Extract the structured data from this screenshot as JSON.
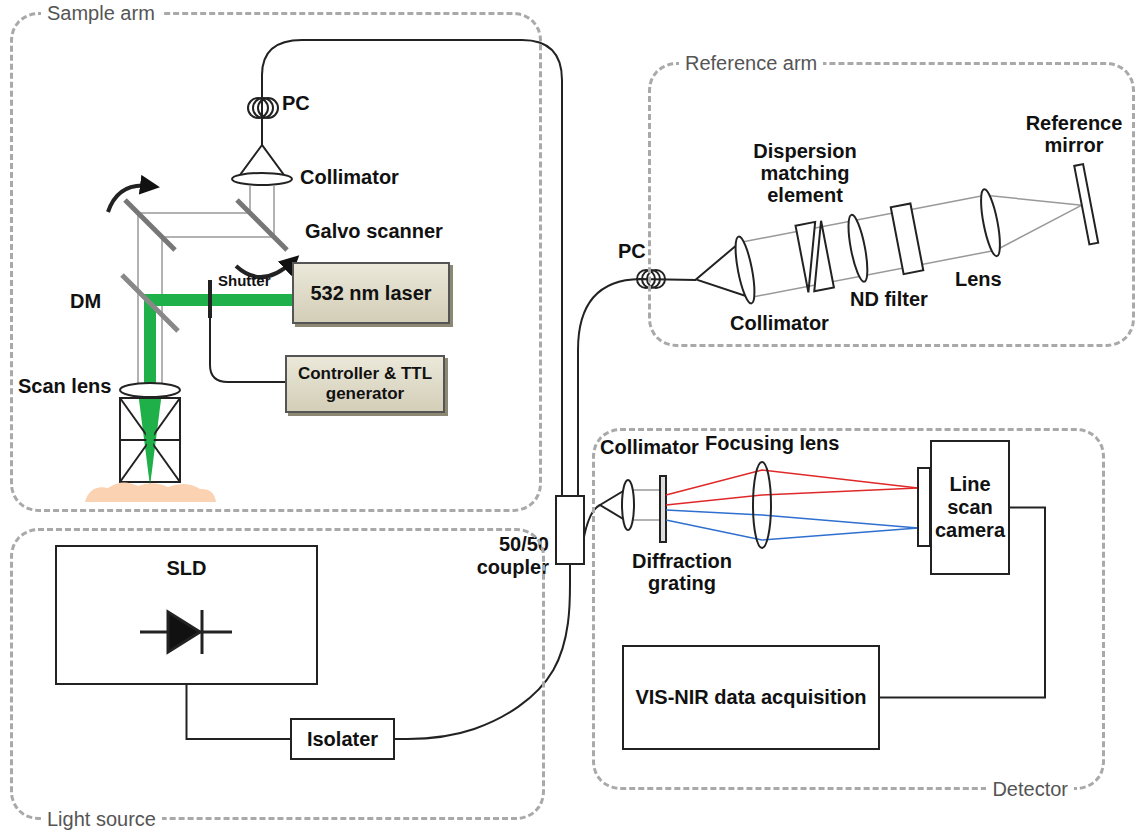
{
  "diagram": {
    "nodes": [
      {
        "text": [
          "Sample arm"
        ]
      },
      {
        "text": [
          "532 nm laser"
        ],
        "in": 0
      },
      {
        "text": [
          "Controller & TTL generator"
        ],
        "in": 0
      },
      {
        "text": [
          "Reference arm"
        ]
      },
      {
        "text": [
          "50/50 coupler"
        ]
      },
      {
        "text": [
          "Light source"
        ]
      },
      {
        "text": [
          "SLD"
        ],
        "in": 5
      },
      {
        "text": [
          "Isolater"
        ],
        "in": 5
      },
      {
        "text": [
          "Detector"
        ]
      },
      {
        "text": [
          "Line scan camera"
        ],
        "in": 8
      },
      {
        "text": [
          "VIS-NIR data acquisition"
        ],
        "in": 8
      }
    ],
    "edges": [
      {
        "from": 6,
        "to": 7,
        "arrow": "none"
      },
      {
        "from": 7,
        "to": 4,
        "arrow": "none"
      },
      {
        "from": 9,
        "to": 10,
        "arrow": "none"
      }
    ],
    "labels": [
      "PC",
      "Collimator",
      "Galvo scanner",
      "DM",
      "Shutter",
      "Scan lens",
      "PC",
      "Dispersion matching element",
      "Reference mirror",
      "Lens",
      "ND filter",
      "Collimator",
      "Collimator",
      "Focusing lens",
      "Diffraction grating"
    ]
  }
}
